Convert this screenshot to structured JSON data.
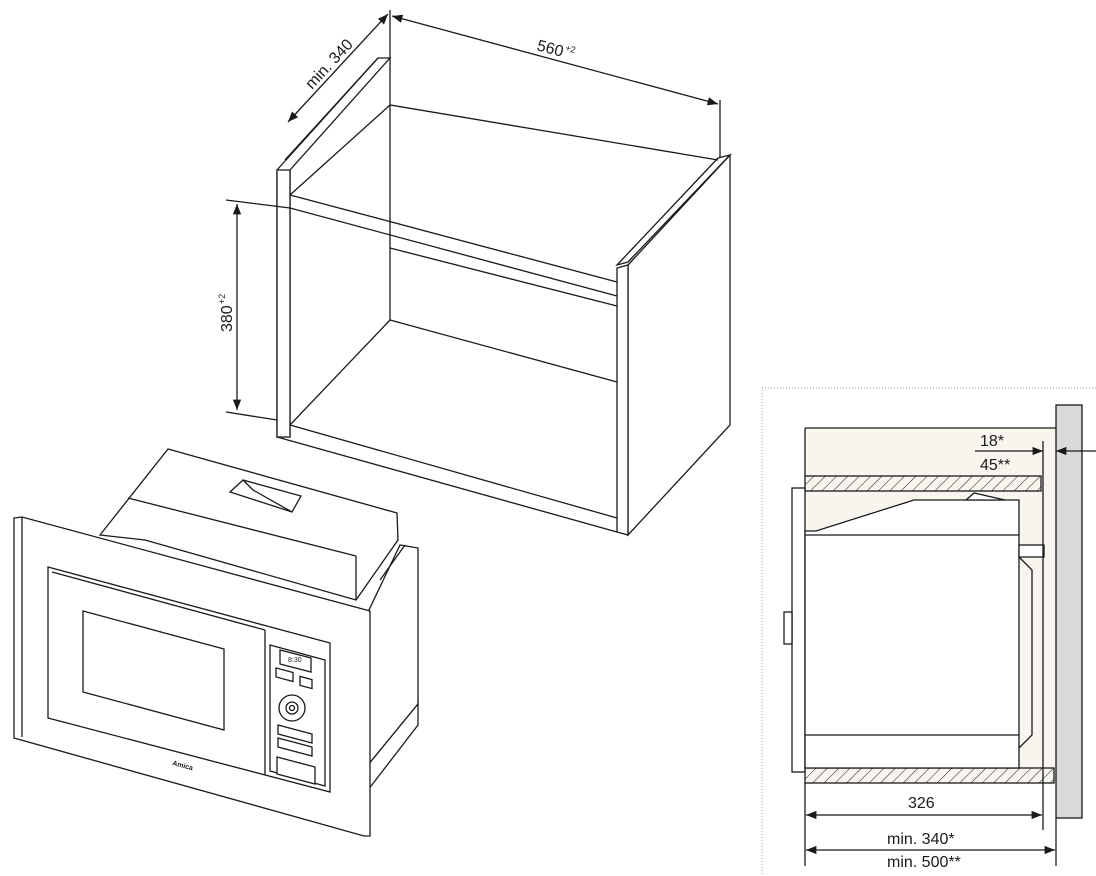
{
  "cabinet_dimensions": {
    "depth_label": "min. 340",
    "width_label": "560",
    "width_tolerance": "+2",
    "height_label": "380",
    "height_tolerance": "+2"
  },
  "microwave": {
    "display_time": "8:30",
    "brand": "Amica"
  },
  "side_view": {
    "gap_top": "18*",
    "gap_bottom": "45**",
    "depth_appliance": "326",
    "depth_min_1": "min. 340*",
    "depth_min_2": "min. 500**",
    "colors": {
      "wall": "#d9d9d9",
      "cavity": "#f7f5ee",
      "hatch": "#1a1a1a"
    }
  }
}
